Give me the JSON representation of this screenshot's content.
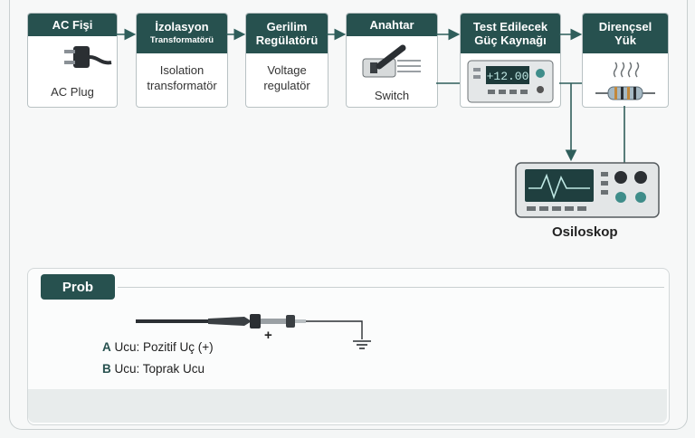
{
  "blocks": {
    "ac_plug": {
      "title": "AC Fişi",
      "label": "AC Plug"
    },
    "isolation": {
      "title": "İzolasyon",
      "subtitle": "Transformatörü",
      "label_line1": "Isolation",
      "label_line2": "transformatör"
    },
    "regulator": {
      "title_line1": "Gerilim",
      "title_line2": "Regülatörü",
      "label_line1": "Voltage",
      "label_line2": "regulatör"
    },
    "switch": {
      "title": "Anahtar",
      "label": "Switch"
    },
    "psu": {
      "title_line1": "Test Edilecek",
      "title_line2": "Güç Kaynağı",
      "display": "+12.00"
    },
    "load": {
      "title_line1": "Dirençsel",
      "title_line2": "Yük"
    }
  },
  "oscilloscope": {
    "label": "Osiloskop"
  },
  "probe": {
    "title": "Prob",
    "plus_sign": "+",
    "legend_a_key": "A",
    "legend_a_text": "Ucu: Pozitif Uç (+)",
    "legend_b_key": "B",
    "legend_b_text": "Ucu: Toprak Ucu"
  },
  "colors": {
    "header": "#27514f",
    "arrow": "#2f5e5b",
    "accent_teal": "#3f8d8a"
  }
}
